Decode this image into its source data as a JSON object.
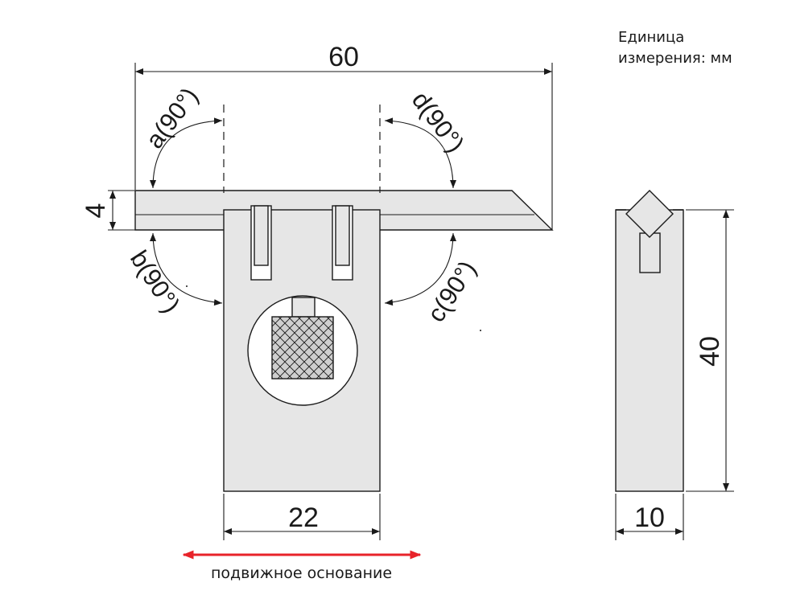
{
  "unit_note": {
    "line1": "Единица",
    "line2": "измерения: мм"
  },
  "dimensions": {
    "total_length": "60",
    "blade_thickness": "4",
    "base_width": "22",
    "height": "40",
    "thickness": "10"
  },
  "angles": {
    "a": "a(90°)",
    "b": "b(90°)",
    "c": "c(90°)",
    "d": "d(90°)"
  },
  "caption": "подвижное основание",
  "colors": {
    "line": "#1a1a1a",
    "fill": "#e6e6e6",
    "hatch_fill": "#cfcfcf",
    "arrow": "#e8232a"
  }
}
